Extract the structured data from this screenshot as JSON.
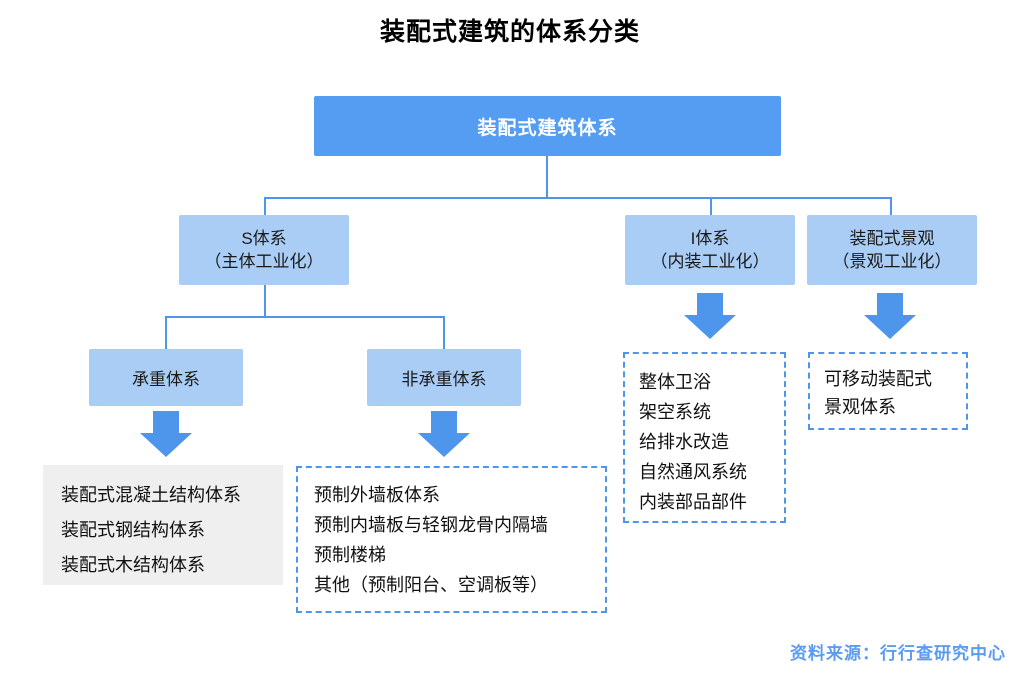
{
  "title": "装配式建筑的体系分类",
  "root": {
    "label": "装配式建筑体系"
  },
  "branches": {
    "s": {
      "label": "S体系",
      "sub": "（主体工业化）"
    },
    "i": {
      "label": "I体系",
      "sub": "（内装工业化）"
    },
    "landscape": {
      "label": "装配式景观",
      "sub": "（景观工业化）"
    }
  },
  "s_children": {
    "bearing": {
      "label": "承重体系"
    },
    "non_bearing": {
      "label": "非承重体系"
    }
  },
  "leaves": {
    "bearing": {
      "items": [
        "装配式混凝土结构体系",
        "装配式钢结构体系",
        "装配式木结构体系"
      ]
    },
    "non_bearing": {
      "items": [
        "预制外墙板体系",
        "预制内墙板与轻钢龙骨内隔墙",
        "预制楼梯",
        "其他（预制阳台、空调板等）"
      ]
    },
    "i": {
      "items": [
        "整体卫浴",
        "架空系统",
        "给排水改造",
        "自然通风系统",
        "内装部品部件"
      ]
    },
    "landscape": {
      "items": [
        "可移动装配式",
        "景观体系"
      ]
    }
  },
  "source": "资料来源：行行查研究中心",
  "colors": {
    "accent_blue": "#4E96EC",
    "root_box_fill": "#549DF2",
    "light_box_fill": "#A9CDF5",
    "gray_box_fill": "#EFEFEF",
    "source_text": "#5B9CF1",
    "title_text": "#000000"
  }
}
